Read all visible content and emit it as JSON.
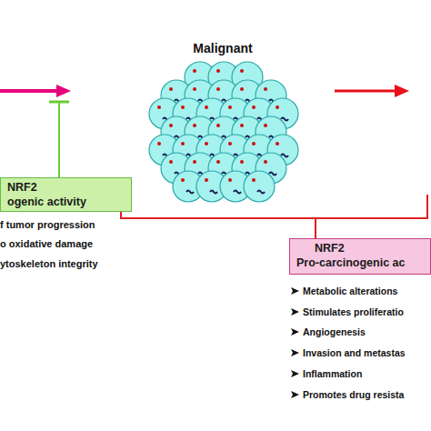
{
  "diagram": {
    "nodes": [
      {
        "text": [
          "NRF2",
          "ogenic activity"
        ]
      },
      {
        "text": [
          "NRF2",
          "Pro-carcinogenic ac"
        ]
      }
    ],
    "labels": [
      "Malignant",
      "f tumor progression",
      "o oxidative damage",
      "ytoskeleton integrity",
      "Metabolic alterations",
      "Stimulates proliferatio",
      "Angiogenesis",
      "Invasion and metastas",
      "Inflammation",
      "Promotes drug resista"
    ]
  }
}
